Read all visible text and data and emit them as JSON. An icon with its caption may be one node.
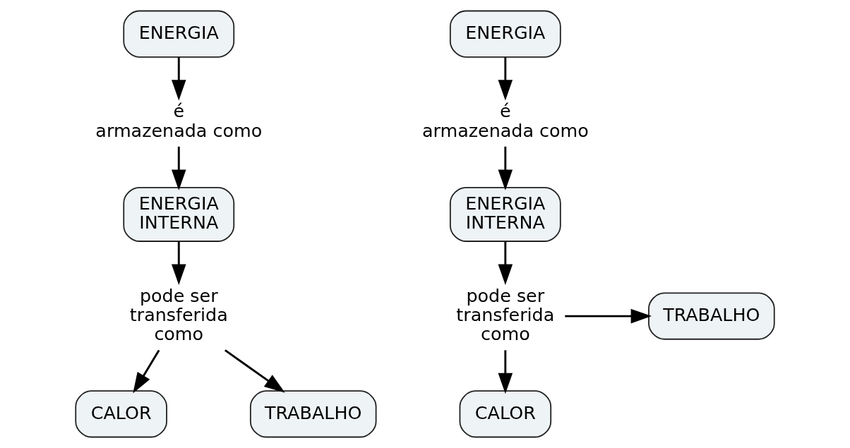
{
  "diagram": {
    "nodes": [
      {
        "text": [
          "ENERGIA"
        ]
      },
      {
        "text": [
          "é armazenada como"
        ]
      },
      {
        "text": [
          "ENERGIA INTERNA"
        ]
      },
      {
        "text": [
          "pode ser transferida como"
        ]
      },
      {
        "text": [
          "CALOR"
        ]
      },
      {
        "text": [
          "TRABALHO"
        ]
      },
      {
        "text": [
          "ENERGIA"
        ]
      },
      {
        "text": [
          "é armazenada como"
        ]
      },
      {
        "text": [
          "ENERGIA INTERNA"
        ]
      },
      {
        "text": [
          "pode ser transferida como"
        ]
      },
      {
        "text": [
          "TRABALHO"
        ]
      },
      {
        "text": [
          "CALOR"
        ]
      }
    ],
    "edges": [
      {
        "from": 0,
        "to": 1,
        "arrow": "to"
      },
      {
        "from": 1,
        "to": 2,
        "arrow": "to"
      },
      {
        "from": 2,
        "to": 3,
        "arrow": "to"
      },
      {
        "from": 3,
        "to": 4,
        "arrow": "to"
      },
      {
        "from": 3,
        "to": 5,
        "arrow": "to"
      },
      {
        "from": 6,
        "to": 7,
        "arrow": "to"
      },
      {
        "from": 7,
        "to": 8,
        "arrow": "to"
      },
      {
        "from": 8,
        "to": 9,
        "arrow": "to"
      },
      {
        "from": 9,
        "to": 10,
        "arrow": "to"
      },
      {
        "from": 9,
        "to": 11,
        "arrow": "to"
      }
    ]
  }
}
